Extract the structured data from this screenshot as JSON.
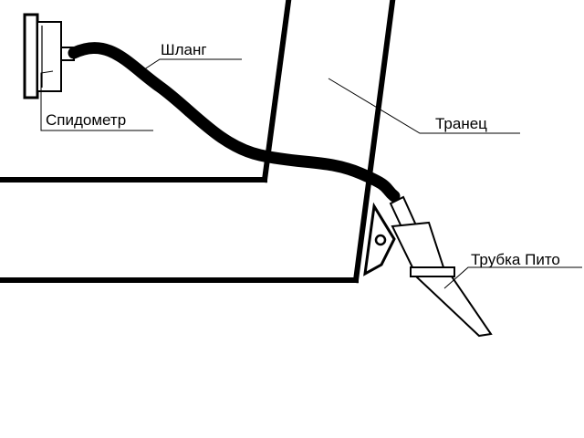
{
  "labels": {
    "speedometer": "Спидометр",
    "hose": "Шланг",
    "transom": "Транец",
    "pitot_tube": "Трубка Пито"
  },
  "colors": {
    "line": "#000000",
    "background": "#ffffff"
  }
}
